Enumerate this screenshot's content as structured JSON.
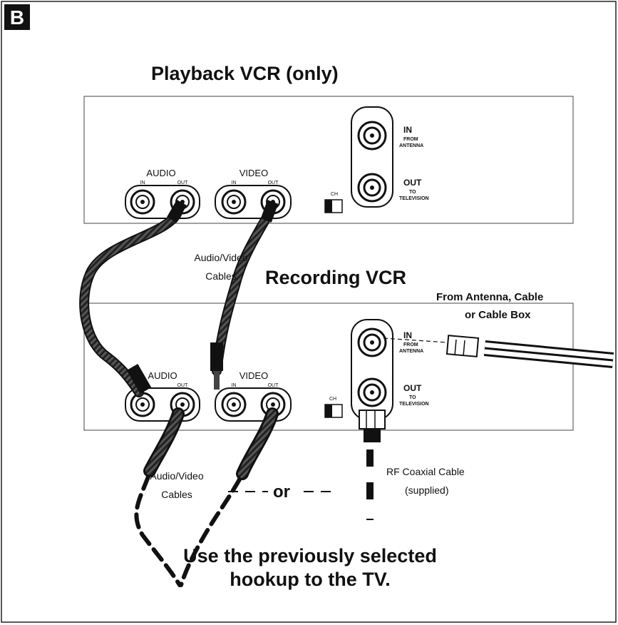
{
  "panel_letter": "B",
  "playback_title": "Playback VCR (only)",
  "recording_title": "Recording VCR",
  "audio_label": "AUDIO",
  "video_label": "VIDEO",
  "in_label": "IN",
  "out_label": "OUT",
  "ch_label": "CH",
  "rf_in_label": "IN",
  "rf_in_sub_1": "FROM",
  "rf_in_sub_2": "ANTENNA",
  "rf_out_label": "OUT",
  "rf_out_sub_1": "TO",
  "rf_out_sub_2": "TELEVISION",
  "av_cables_top_1": "Audio/Video",
  "av_cables_top_2": "Cables",
  "av_cables_bottom_1": "Audio/Video",
  "av_cables_bottom_2": "Cables",
  "antenna_label_1": "From Antenna, Cable",
  "antenna_label_2": "or Cable Box",
  "or_label": "or",
  "rf_cable_label_1": "RF Coaxial Cable",
  "rf_cable_label_2": "(supplied)",
  "footer_1": "Use the previously selected",
  "footer_2": "hookup to the TV."
}
